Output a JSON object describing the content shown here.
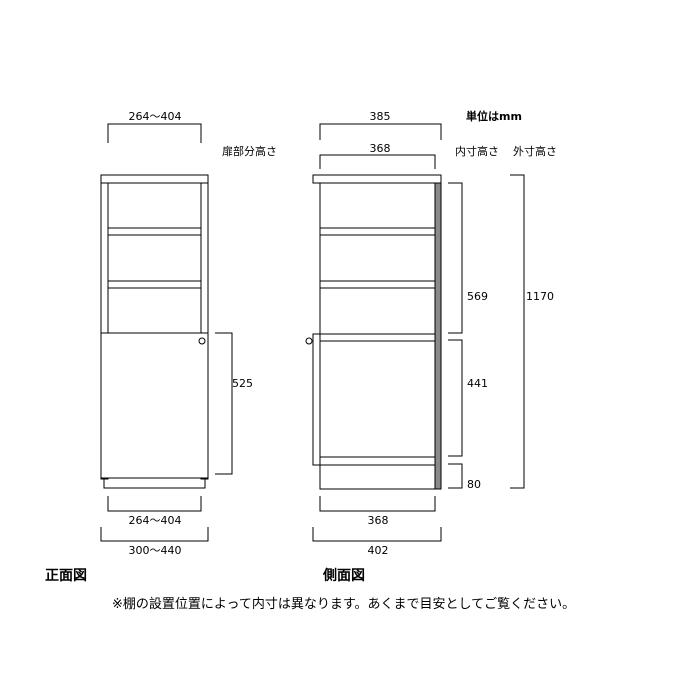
{
  "unit_label": "単位はmm",
  "front": {
    "title": "正面図",
    "top_width": "264～404",
    "door_height_label": "扉部分高さ",
    "door_height": "525",
    "bottom_inner": "264～404",
    "bottom_outer": "300～440"
  },
  "side": {
    "title": "側面図",
    "top_outer_depth": "385",
    "top_inner_depth": "368",
    "inner_height_label": "内寸高さ",
    "outer_height_label": "外寸高さ",
    "upper_inner": "569",
    "lower_inner": "441",
    "base_height": "80",
    "outer_height": "1170",
    "bottom_inner_depth": "368",
    "bottom_outer_depth": "402"
  },
  "note": "※棚の設置位置によって内寸は異なります。あくまで目安としてご覧ください。"
}
